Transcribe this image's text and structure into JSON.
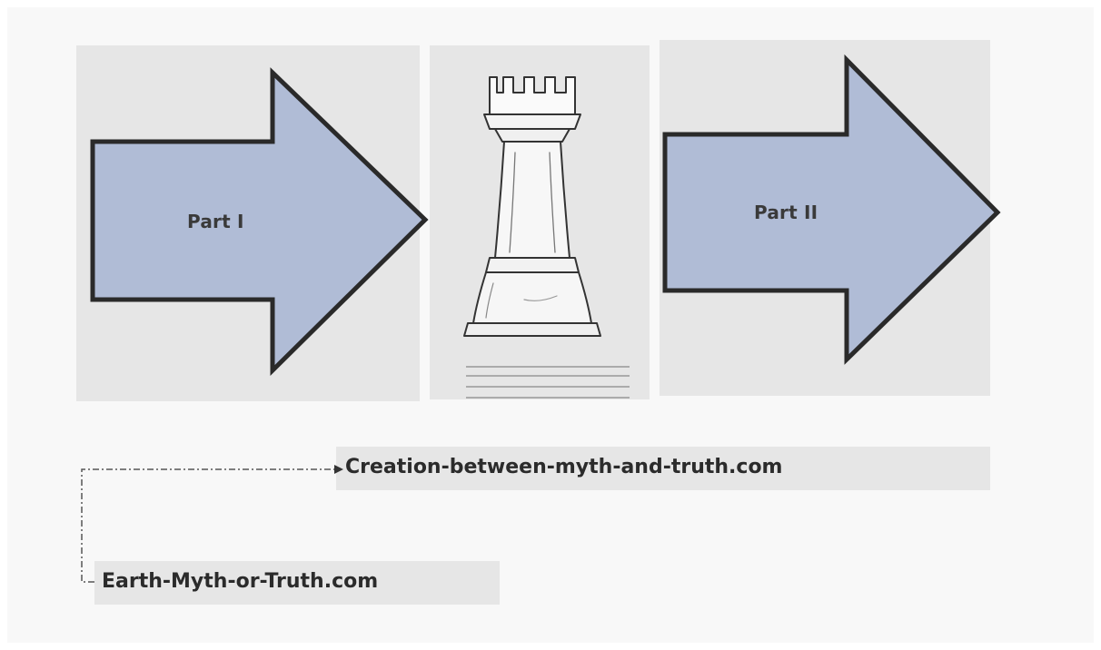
{
  "diagram": {
    "part1_label": "Part I",
    "part2_label": "Part II",
    "center_icon": "chess-rook-icon",
    "link_primary": "Creation-between-myth-and-truth.com",
    "link_secondary": "Earth-Myth-or-Truth.com"
  },
  "colors": {
    "arrow_fill": "#b0bcd6",
    "arrow_stroke": "#2a2a2a",
    "panel_bg": "#e6e6e6",
    "canvas_bg": "#f8f8f8"
  }
}
